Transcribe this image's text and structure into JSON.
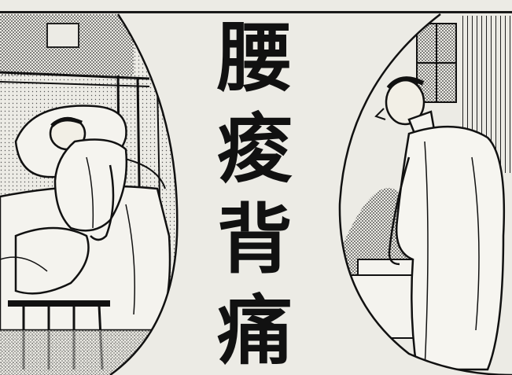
{
  "headline": {
    "chars": [
      "腰",
      "痠",
      "背",
      "痛"
    ]
  },
  "colors": {
    "paper": "#ecebe5",
    "ink": "#111111"
  },
  "illustrations": {
    "left": "patient-in-bed",
    "right": "doctor-standing"
  }
}
